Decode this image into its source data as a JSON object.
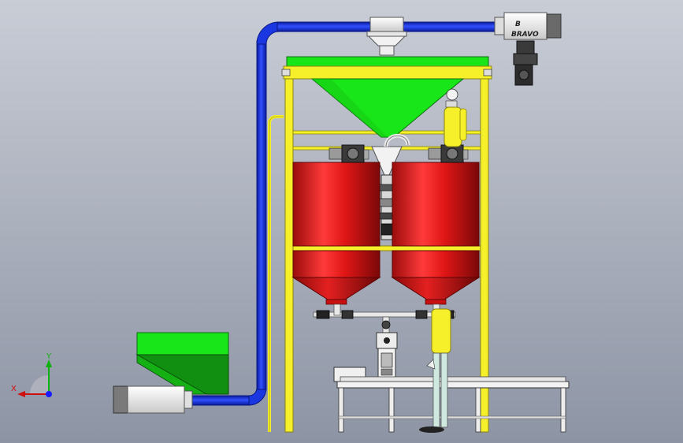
{
  "scene": {
    "background_top": "#c9cdd6",
    "background_bottom": "#8d94a4"
  },
  "colors": {
    "pipe_blue": "#1530d8",
    "pipe_edge": "#0a1680",
    "frame_yellow": "#f6f02a",
    "frame_edge": "#8a8410",
    "hopper_green": "#19e619",
    "hopper_green_dark": "#118f11",
    "tank_red": "#e21818",
    "tank_red_dark": "#8c0a0a",
    "metal_light": "#f2f2f2",
    "metal_dark": "#555555"
  },
  "logo": {
    "letter": "B",
    "subtitle": "BRAVO"
  },
  "triad": {
    "x_label": "X",
    "y_label": "Y",
    "x_color": "#d01010",
    "y_color": "#10b010",
    "z_color": "#1a1aff"
  }
}
